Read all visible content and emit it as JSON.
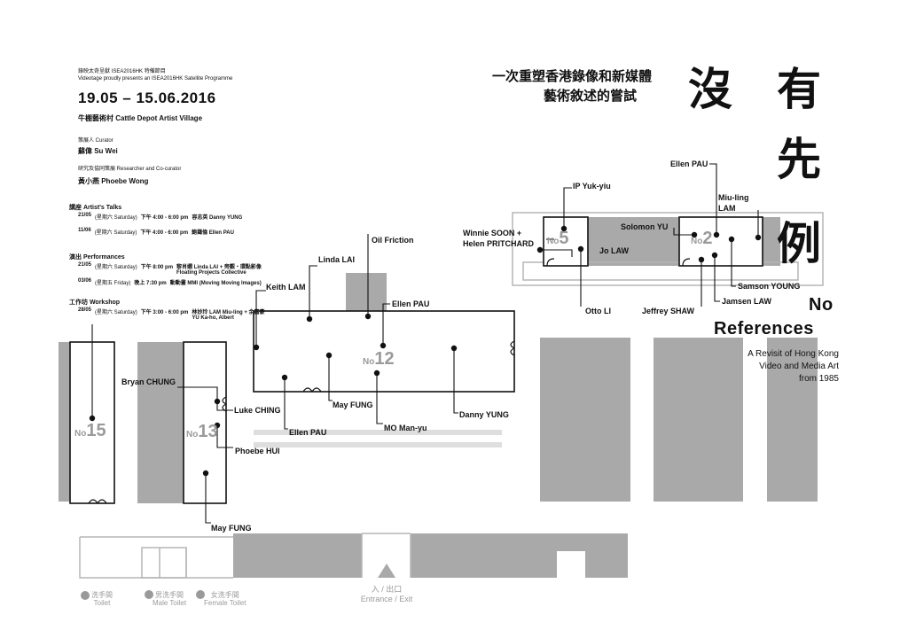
{
  "header": {
    "presenter_zh": "錄映太奇呈獻 ISEA2016HK 特備節目",
    "presenter_en": "Videotage proudly presents an ISEA2016HK Satellite Programme",
    "dates": "19.05 – 15.06.2016",
    "venue": "牛棚藝術村  Cattle Depot Artist Village",
    "curator_label": "策展人 Curator",
    "curator_name": "蘇偉 Su Wei",
    "researcher_label": "研究及協同策展 Researcher and Co-curator",
    "researcher_name": "黃小燕 Phoebe Wong"
  },
  "schedule": {
    "talks_title": "講座 Artist's Talks",
    "talks": [
      {
        "date": "21/05",
        "day": "(星期六 Saturday)",
        "time": "下午 4:00 - 6:00 pm",
        "who": "容志英 Danny YUNG"
      },
      {
        "date": "11/06",
        "day": "(星期六 Saturday)",
        "time": "下午 4:00 - 6:00 pm",
        "who": "鮑藹倫 Ellen PAU"
      }
    ],
    "perf_title": "演出 Performances",
    "perfs": [
      {
        "date": "21/05",
        "day": "(星期六 Saturday)",
        "time": "下午 8:00 pm",
        "who": "黎肖嫻 Linda LAI + 旁觀・環點影像 Floating Projects Collective"
      },
      {
        "date": "03/06",
        "day": "(星期五 Friday)",
        "time": "晚上 7:30 pm",
        "who": "動動畫 MMI (Moving Moving Images)"
      }
    ],
    "workshop_title": "工作坊 Workshop",
    "workshops": [
      {
        "date": "28/05",
        "day": "(星期六 Saturday)",
        "time": "下午 3:00 - 6:00 pm",
        "who": "林妙玲 LAM Miu-ling + 余嘉豪 YU Ka-ho, Albert"
      }
    ]
  },
  "title": {
    "cjk_sub1": "一次重塑香港錄像和新媒體",
    "cjk_sub2": "藝術敘述的嘗試",
    "cjk_main": [
      "沒",
      "有",
      "先",
      "例"
    ],
    "en_main1": "No",
    "en_main2": "References",
    "en_sub1": "A Revisit of Hong Kong",
    "en_sub2": "Video and Media Art",
    "en_sub3": "from 1985"
  },
  "rooms": {
    "prefix": "No",
    "r15": "15",
    "r13": "13",
    "r12": "12",
    "r5": "5",
    "r2": "2"
  },
  "artists": {
    "bryan_chung": "Bryan CHUNG",
    "luke_ching": "Luke CHING",
    "phoebe_hui": "Phoebe HUI",
    "may_fung_a": "May FUNG",
    "keith_lam": "Keith LAM",
    "linda_lai": "Linda LAI",
    "oil_friction": "Oil Friction",
    "ellen_pau_a": "Ellen PAU",
    "ellen_pau_b": "Ellen PAU",
    "may_fung_b": "May FUNG",
    "mo_man_yu": "MO Man-yu",
    "danny_yung": "Danny YUNG",
    "ip_yuk_yiu": "IP Yuk-yiu",
    "winnie_helen_1": "Winnie SOON +",
    "winnie_helen_2": "Helen PRITCHARD",
    "jo_law": "Jo LAW",
    "otto_li": "Otto LI",
    "solomon_yu": "Solomon YU",
    "ellen_pau_c": "Ellen PAU",
    "miu_ling_1": "Miu-ling",
    "miu_ling_2": "LAM",
    "samson_young": "Samson YOUNG",
    "jamsen_law": "Jamsen LAW",
    "jeffrey_shaw": "Jeffrey SHAW"
  },
  "legend": {
    "toilet_zh": "洗手間",
    "toilet_en": "Toilet",
    "male_zh": "男洗手間",
    "male_en": "Male Toilet",
    "female_zh": "女洗手間",
    "female_en": "Female Toilet",
    "exit_zh": "入 / 出口",
    "exit_en": "Entrance / Exit"
  }
}
